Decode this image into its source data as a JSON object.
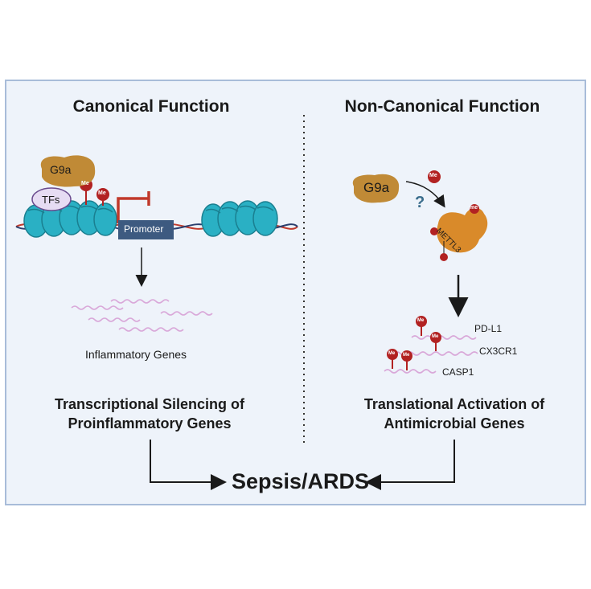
{
  "panels": {
    "left": {
      "title": "Canonical Function",
      "g9a_label": "G9a",
      "tfs_label": "TFs",
      "me_label": "Me",
      "promoter_label": "Promoter",
      "genes_label": "Inflammatory Genes",
      "outcome_line1": "Transcriptional Silencing of",
      "outcome_line2": "Proinflammatory Genes"
    },
    "right": {
      "title": "Non-Canonical Function",
      "g9a_label": "G9a",
      "question_mark": "?",
      "me_label": "Me",
      "me_small": "me",
      "mettl3_label": "METTL3",
      "genes": [
        "PD-L1",
        "CX3CR1",
        "CASP1"
      ],
      "outcome_line1": "Translational Activation of",
      "outcome_line2": "Antimicrobial Genes"
    }
  },
  "result_label": "Sepsis/ARDS",
  "colors": {
    "panel_bg": "#eef3fa",
    "panel_border": "#a8bcd9",
    "g9a_brown": "#c08a36",
    "mettl3_orange": "#d98a2a",
    "nucleosome_teal": "#2ab0c4",
    "promoter_box": "#3d5a80",
    "repressor_red": "#c0392b",
    "me_red": "#b22222",
    "tf_lilac": "#e6dcf3",
    "rna_pink": "#d9a8d9"
  }
}
